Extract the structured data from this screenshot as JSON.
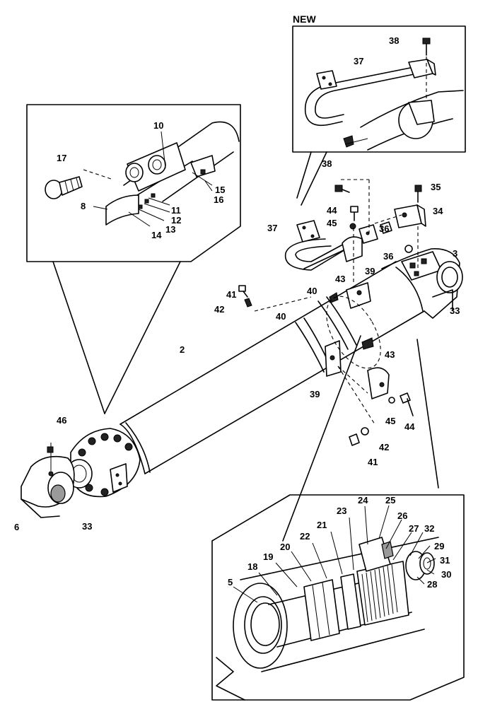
{
  "header": {
    "new_label": "NEW"
  },
  "callouts": [
    "2",
    "3",
    "5",
    "6",
    "8",
    "10",
    "11",
    "12",
    "13",
    "14",
    "15",
    "16",
    "17",
    "18",
    "19",
    "20",
    "21",
    "22",
    "23",
    "24",
    "25",
    "26",
    "27",
    "28",
    "29",
    "30",
    "31",
    "32",
    "33",
    "34",
    "35",
    "36",
    "37",
    "38",
    "39",
    "40",
    "41",
    "42",
    "43",
    "44",
    "45",
    "46"
  ]
}
